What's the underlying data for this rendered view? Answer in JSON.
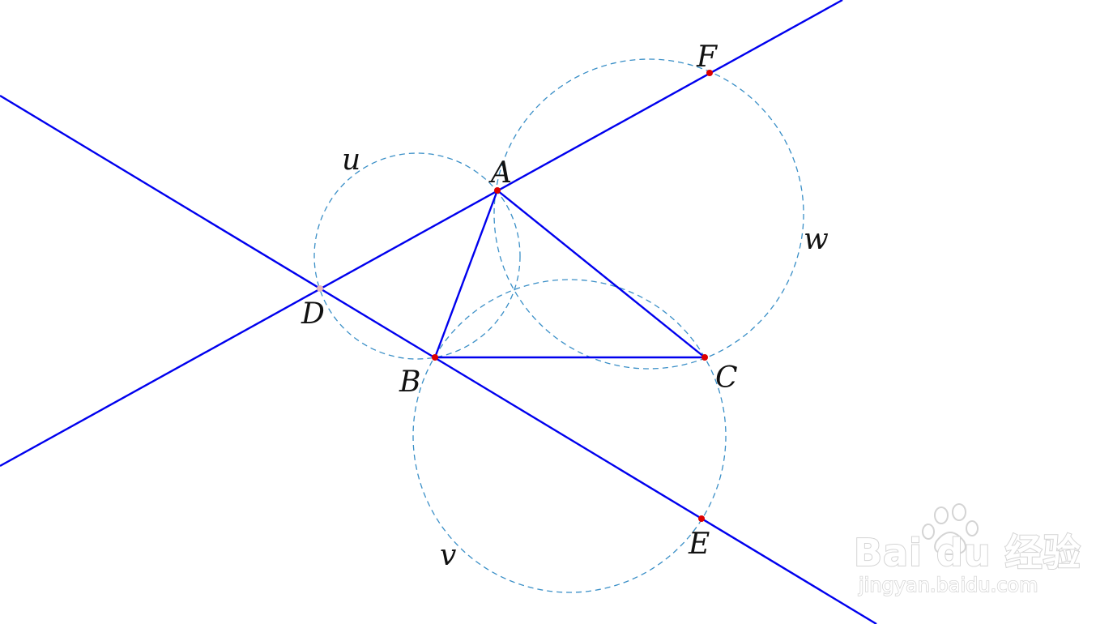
{
  "diagram": {
    "points": [
      {
        "id": "A",
        "label": "A"
      },
      {
        "id": "B",
        "label": "B"
      },
      {
        "id": "C",
        "label": "C"
      },
      {
        "id": "D",
        "label": "D"
      },
      {
        "id": "E",
        "label": "E"
      },
      {
        "id": "F",
        "label": "F"
      }
    ],
    "circles": [
      {
        "id": "u",
        "label": "u"
      },
      {
        "id": "v",
        "label": "v"
      },
      {
        "id": "w",
        "label": "w"
      }
    ],
    "segments": [
      [
        "A",
        "B"
      ],
      [
        "B",
        "C"
      ],
      [
        "A",
        "C"
      ]
    ],
    "lines": [
      [
        "D",
        "F"
      ],
      [
        "D",
        "E"
      ]
    ],
    "colors": {
      "line": "#0000ee",
      "circle": "#3a8fc7",
      "point": "#dd0000",
      "point_D": "#e8b8b8"
    }
  },
  "watermark": {
    "brand": "Bai  du 经验",
    "url": "jingyan.baidu.com"
  }
}
